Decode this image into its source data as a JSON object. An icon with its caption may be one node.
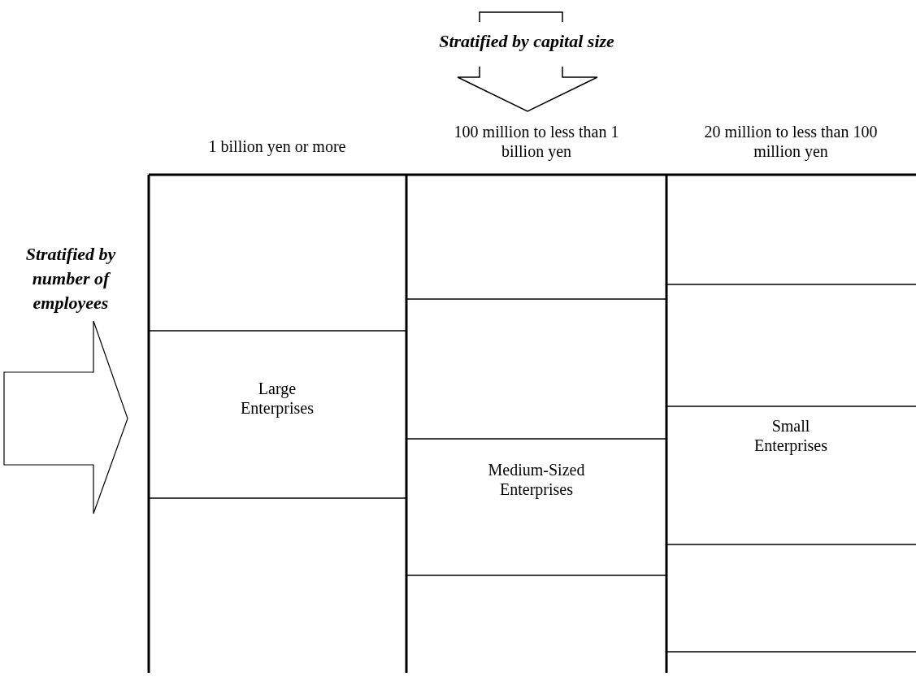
{
  "diagram": {
    "nodes": [
      {
        "text": [
          "Large Enterprises"
        ]
      },
      {
        "text": [
          "Medium-Sized Enterprises"
        ]
      },
      {
        "text": [
          "Small Enterprises"
        ]
      }
    ],
    "edges": [],
    "labels": [
      "Stratified by capital size",
      "1 billion yen or more",
      "100 million to less than 1 billion yen",
      "20 million to less than 100 million yen",
      "Stratified by number of employees"
    ]
  }
}
